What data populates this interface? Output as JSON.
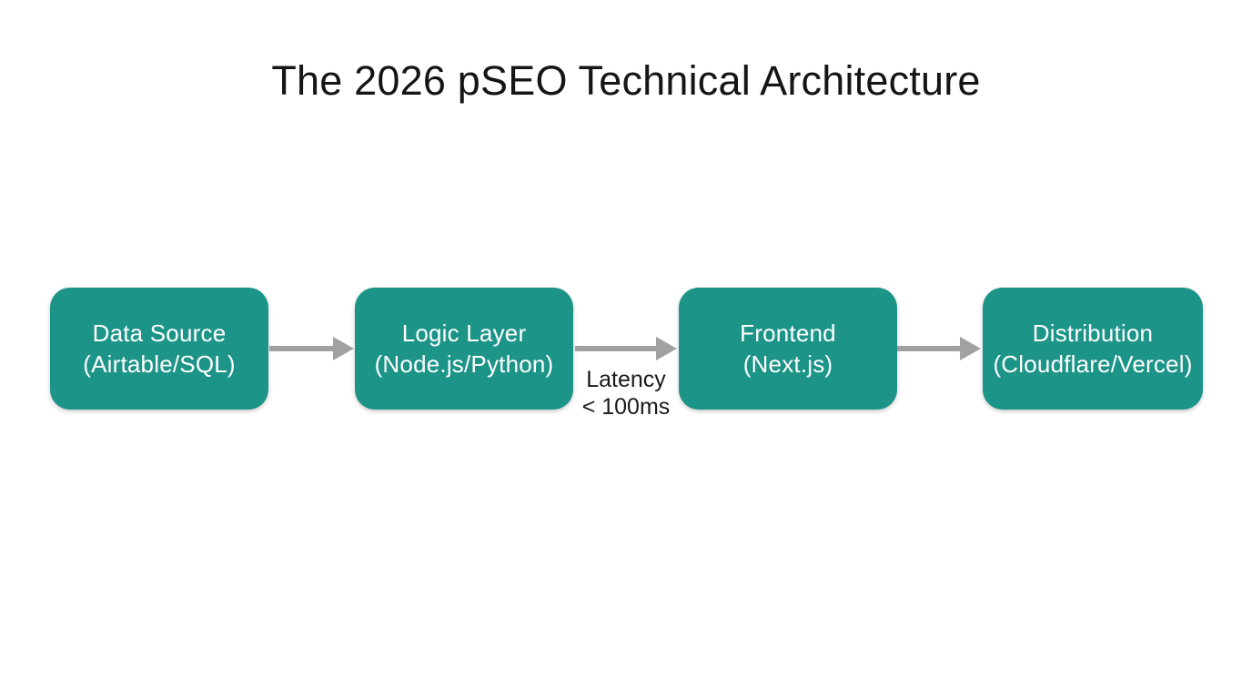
{
  "page": {
    "title": "The 2026 pSEO Technical Architecture"
  },
  "colors": {
    "background": "#ffffff",
    "node_fill": "#1c9488",
    "node_text": "#ffffff",
    "arrow": "#a1a1a1",
    "title_text": "#151515",
    "annotation_text": "#1a1a1a"
  },
  "diagram": {
    "type": "flowchart",
    "direction": "left-to-right",
    "nodes": [
      {
        "id": "data-source",
        "title": "Data Source",
        "subtitle": "(Airtable/SQL)"
      },
      {
        "id": "logic-layer",
        "title": "Logic Layer",
        "subtitle": "(Node.js/Python)"
      },
      {
        "id": "frontend",
        "title": "Frontend",
        "subtitle": "(Next.js)"
      },
      {
        "id": "distribution",
        "title": "Distribution",
        "subtitle": "(Cloudflare/Vercel)"
      }
    ],
    "edges": [
      {
        "from": "data-source",
        "to": "logic-layer",
        "label_line1": "",
        "label_line2": ""
      },
      {
        "from": "logic-layer",
        "to": "frontend",
        "label_line1": "Latency",
        "label_line2": "< 100ms"
      },
      {
        "from": "frontend",
        "to": "distribution",
        "label_line1": "",
        "label_line2": ""
      }
    ]
  }
}
